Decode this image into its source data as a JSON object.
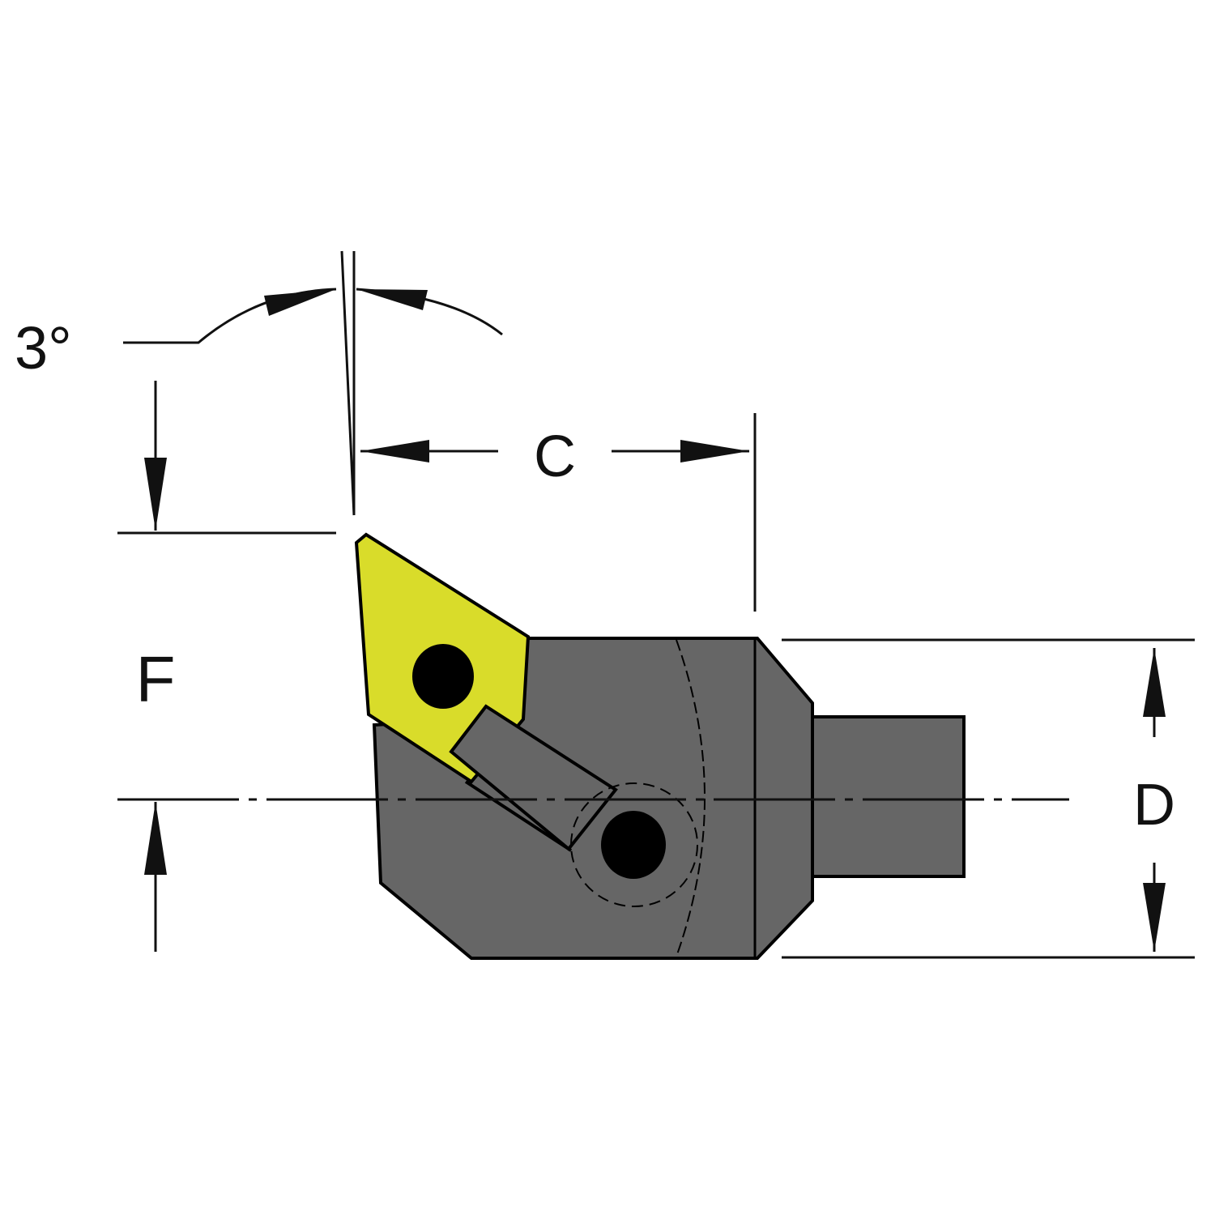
{
  "labels": {
    "angle": "3°",
    "c": "C",
    "f": "F",
    "d": "D"
  },
  "colors": {
    "insert": "#d9dc2a",
    "body": "#666666",
    "screw": "#000000",
    "line": "#111111"
  }
}
